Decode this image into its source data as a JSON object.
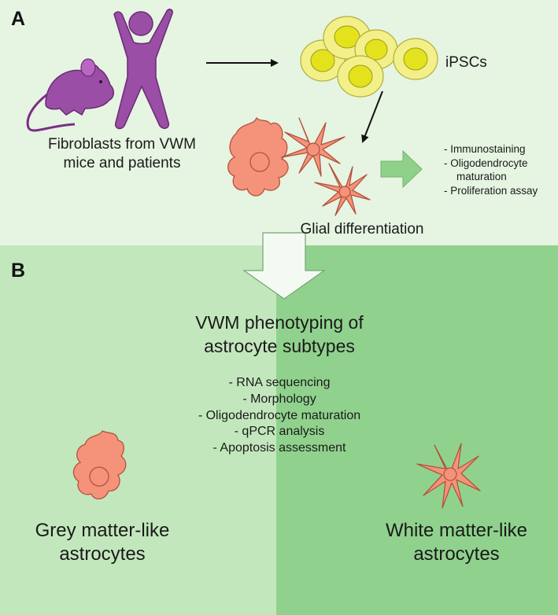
{
  "panel_a": {
    "letter": "A",
    "fibroblasts_label_line1": "Fibroblasts from VWM",
    "fibroblasts_label_line2": "mice and patients",
    "ipsc_label": "iPSCs",
    "glial_label": "Glial differentiation",
    "assays": [
      "- Immunostaining",
      "- Oligodendrocyte",
      "maturation",
      "- Proliferation assay"
    ]
  },
  "panel_b": {
    "letter": "B",
    "title_line1": "VWM phenotyping of",
    "title_line2": "astrocyte subtypes",
    "analyses": [
      "- RNA sequencing",
      "- Morphology",
      "- Oligodendrocyte maturation",
      "- qPCR analysis",
      "- Apoptosis assessment"
    ],
    "grey_label_line1": "Grey matter-like",
    "grey_label_line2": "astrocytes",
    "white_label_line1": "White matter-like",
    "white_label_line2": "astrocytes"
  },
  "colors": {
    "panel_a_bg": "#e6f4e2",
    "panel_b_left_bg": "#c3e7bd",
    "panel_b_right_bg": "#90d28d",
    "purple": "#9b4ea6",
    "ipsc_yellow": "#f3f08a",
    "astrocyte_salmon": "#f4937a",
    "block_arrow_green": "#8fd18b"
  },
  "icons": [
    "mouse-icon",
    "human-icon",
    "ipsc-cells-icon",
    "astrocyte-icon"
  ]
}
